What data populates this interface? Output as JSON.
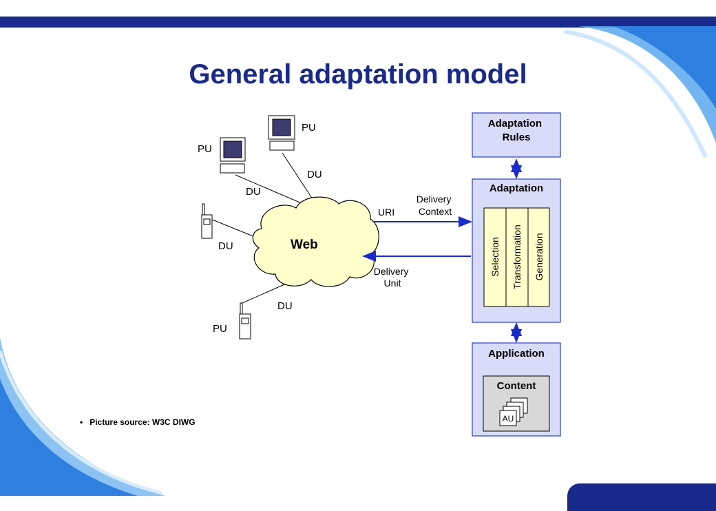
{
  "slide": {
    "title": "General adaptation model",
    "source_note": "Picture source: W3C DIWG",
    "colors": {
      "accent": "#1a2a8a",
      "box_fill": "#d8dcf8",
      "box_border": "#2c3cc8",
      "cloud_fill": "#ffffcc",
      "strip_fill": "#ffffcc",
      "arrow": "#1a2acc"
    }
  },
  "diagram": {
    "adaptation_rules": "Adaptation Rules",
    "adaptation": "Adaptation",
    "stages": [
      "Selection",
      "Transformation",
      "Generation"
    ],
    "application": "Application",
    "content": "Content",
    "au_label": "AU",
    "web": "Web",
    "uri": "URI",
    "delivery_context": "Delivery Context",
    "delivery_unit": "Delivery Unit",
    "pu": "PU",
    "du": "DU"
  }
}
